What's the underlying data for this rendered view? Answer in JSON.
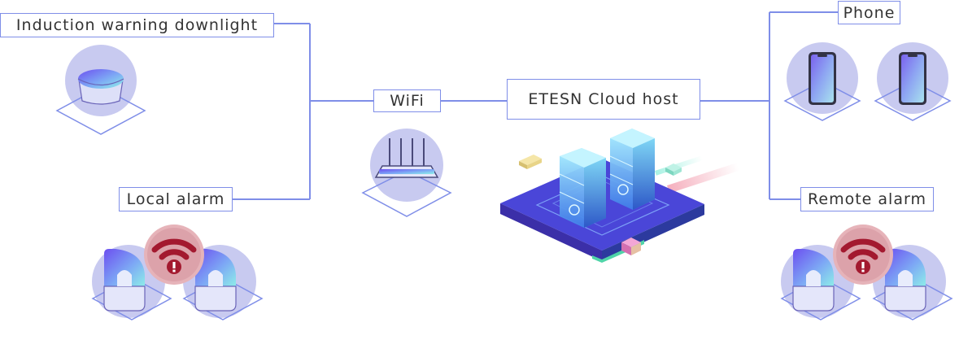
{
  "labels": {
    "induction_downlight": "Induction warning downlight",
    "local_alarm": "Local alarm",
    "wifi": "WiFi",
    "cloud_host": "ETESN Cloud host",
    "phone": "Phone",
    "remote_alarm": "Remote alarm"
  },
  "colors": {
    "line": "#7f8ee8",
    "circle": "#c8caf0",
    "alarm_red": "#a3192f",
    "platform": "#4750c8"
  },
  "icons": [
    "downlight-icon",
    "router-icon",
    "cloud-server-icon",
    "smartphone-icon",
    "alarm-device-icon",
    "warning-signal-icon"
  ]
}
